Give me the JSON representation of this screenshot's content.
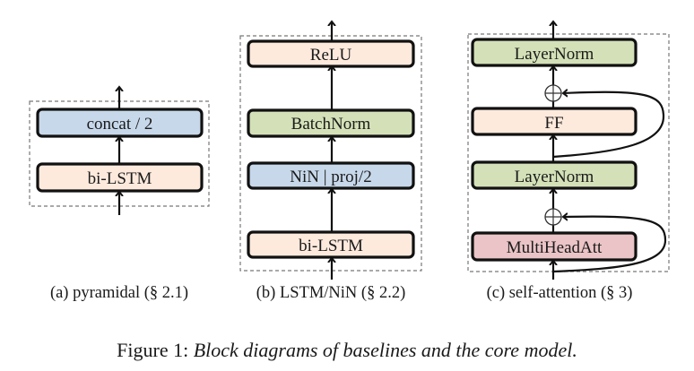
{
  "figure": {
    "caption_prefix": "Figure 1: ",
    "caption_body": "Block diagrams of baselines and the core model.",
    "colors": {
      "peach": "#fdeadd",
      "blue": "#c7d8ea",
      "green": "#d4e1b8",
      "pink": "#eac4c6",
      "stroke": "#111111",
      "dashed": "#777777"
    },
    "panels": [
      {
        "id": "a",
        "label": "(a) pyramidal (§ 2.1)",
        "blocks": [
          {
            "name": "concat-block",
            "text": "concat / 2",
            "color": "blue"
          },
          {
            "name": "bi-lstm-block",
            "text": "bi-LSTM",
            "color": "peach"
          }
        ]
      },
      {
        "id": "b",
        "label": "(b) LSTM/NiN (§ 2.2)",
        "blocks": [
          {
            "name": "relu-block",
            "text": "ReLU",
            "color": "peach"
          },
          {
            "name": "batchnorm-block",
            "text": "BatchNorm",
            "color": "green"
          },
          {
            "name": "nin-proj-block",
            "text": "NiN | proj/2",
            "color": "blue"
          },
          {
            "name": "bi-lstm-block",
            "text": "bi-LSTM",
            "color": "peach"
          }
        ]
      },
      {
        "id": "c",
        "label": "(c) self-attention (§ 3)",
        "blocks": [
          {
            "name": "layernorm-top-block",
            "text": "LayerNorm",
            "color": "green"
          },
          {
            "name": "ff-block",
            "text": "FF",
            "color": "peach"
          },
          {
            "name": "layernorm-mid-block",
            "text": "LayerNorm",
            "color": "green"
          },
          {
            "name": "multihead-att-block",
            "text": "MultiHeadAtt",
            "color": "pink"
          }
        ],
        "adders": [
          "residual-add-top",
          "residual-add-bottom"
        ]
      }
    ]
  }
}
